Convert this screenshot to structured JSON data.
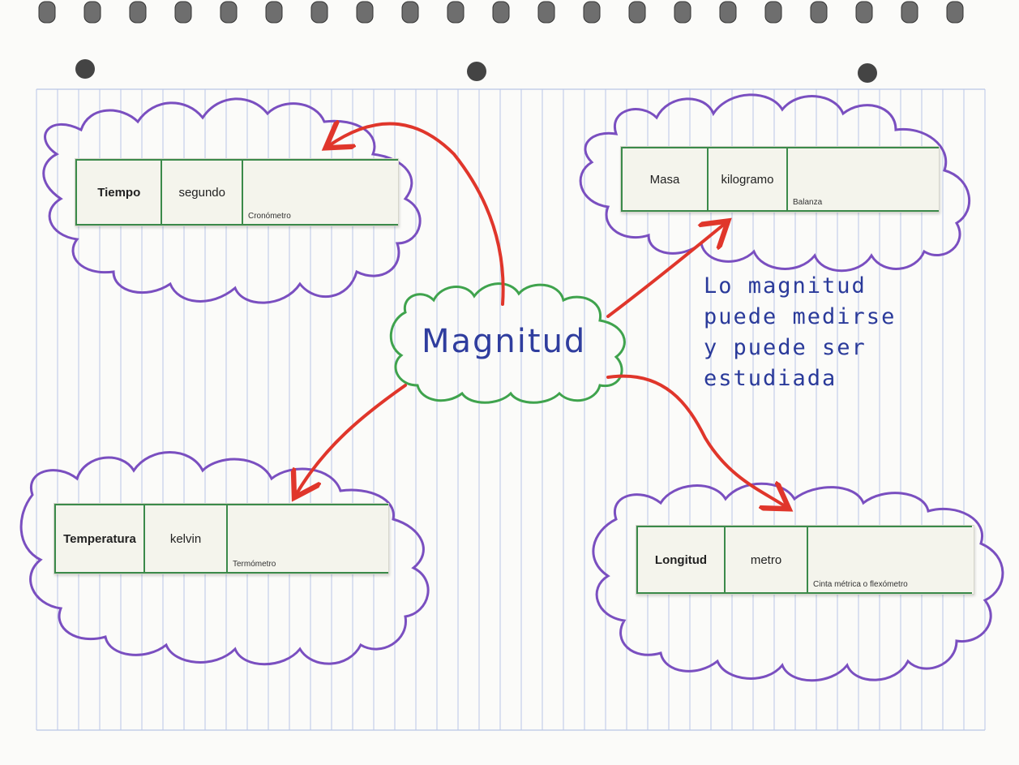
{
  "center": {
    "label": "Magnitud"
  },
  "note": {
    "lines": [
      "Lo magnitud",
      "puede medirse",
      "y puede ser",
      "estudiada"
    ]
  },
  "cards": {
    "tiempo": {
      "quantity": "Tiempo",
      "unit": "segundo",
      "instrument": "Cronómetro",
      "icon": "stopwatch-icon"
    },
    "masa": {
      "quantity": "Masa",
      "unit": "kilogramo",
      "instrument": "Balanza",
      "icon": "scale-icon"
    },
    "temperatura": {
      "quantity": "Temperatura",
      "unit": "kelvin",
      "instrument": "Termómetro",
      "icon": "thermometer-icon"
    },
    "longitud": {
      "quantity": "Longitud",
      "unit": "metro",
      "instrument": "Cinta métrica o flexómetro",
      "icon": "tape-measure-icon"
    }
  },
  "colors": {
    "center_cloud": "#3fa34d",
    "outer_clouds": "#7a4fc0",
    "arrows": "#e0362b",
    "ink": "#2f3d9e",
    "grid_lines": "#b9c6e6",
    "card_border": "#3b8a4a"
  }
}
